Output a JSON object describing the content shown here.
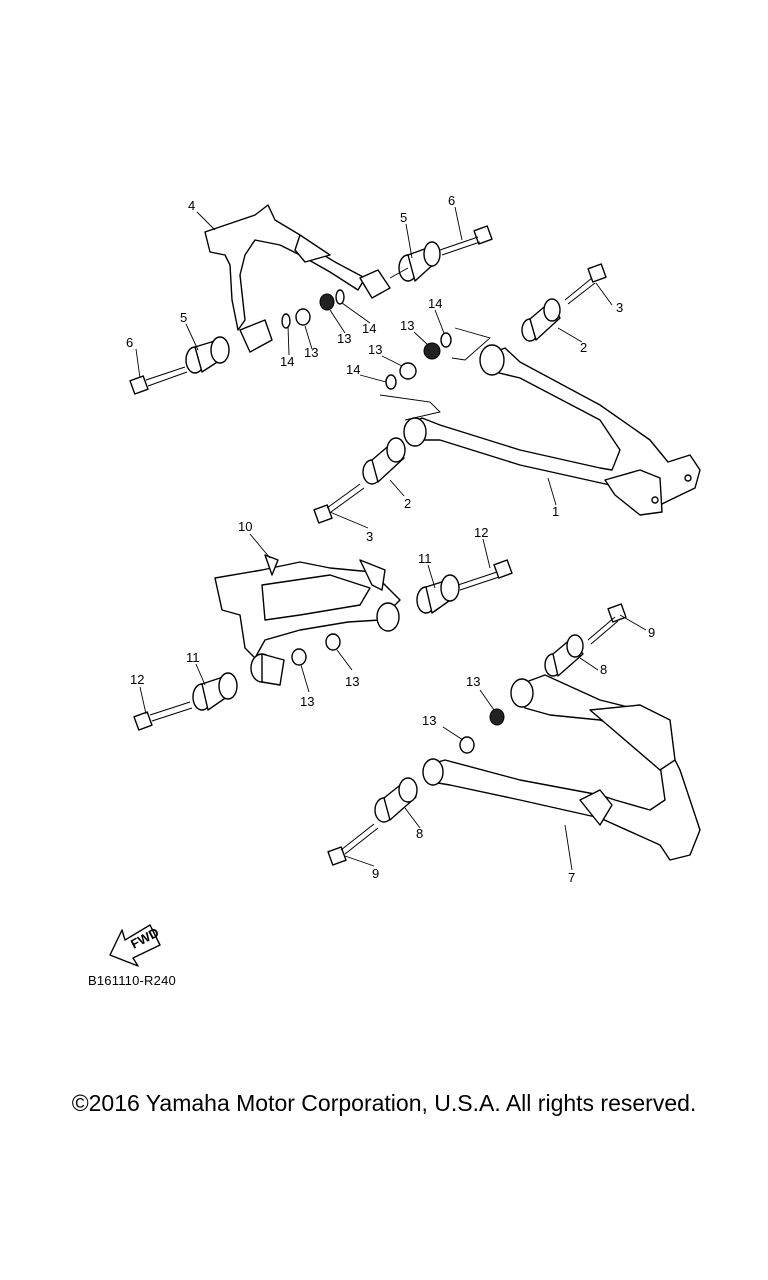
{
  "callouts": {
    "c1": "1",
    "c2a": "2",
    "c2b": "2",
    "c3a": "3",
    "c3b": "3",
    "c4": "4",
    "c5a": "5",
    "c5b": "5",
    "c6a": "6",
    "c6b": "6",
    "c7": "7",
    "c8a": "8",
    "c8b": "8",
    "c9a": "9",
    "c9b": "9",
    "c10": "10",
    "c11a": "11",
    "c11b": "11",
    "c12a": "12",
    "c12b": "12",
    "c13a": "13",
    "c13b": "13",
    "c13c": "13",
    "c13d": "13",
    "c13e": "13",
    "c13f": "13",
    "c13g": "13",
    "c13h": "13",
    "c14a": "14",
    "c14b": "14",
    "c14c": "14",
    "c14d": "14"
  },
  "fwd_label": "FWD",
  "diagram_code": "B161110-R240",
  "copyright": "©2016 Yamaha Motor Corporation, U.S.A. All rights reserved."
}
